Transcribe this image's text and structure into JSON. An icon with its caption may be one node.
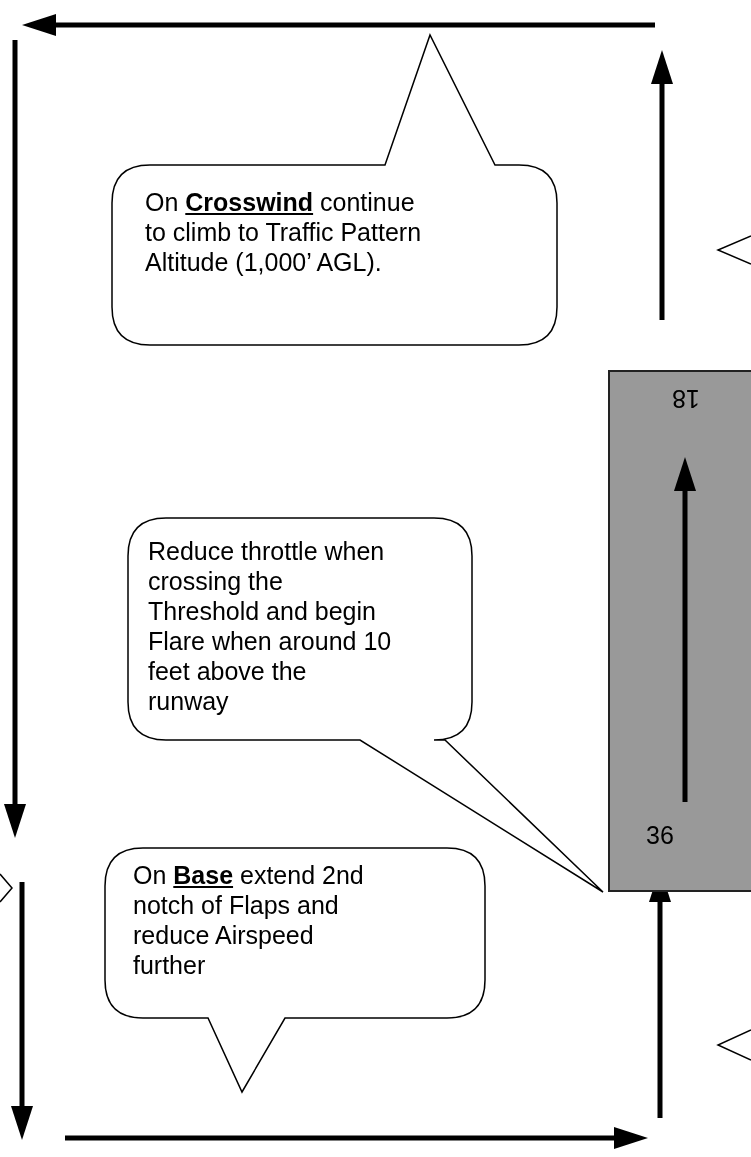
{
  "diagram": {
    "nodes": [
      {
        "text": [
          "On **Crosswind** continue to climb to Traffic Pattern Altitude (1,000’ AGL)."
        ]
      },
      {
        "text": [
          "18",
          "36"
        ]
      },
      {
        "text": [
          "Reduce throttle when crossing the Threshold and begin Flare when around 10 feet above the runway"
        ]
      },
      {
        "text": [
          "On **Base** extend 2nd notch of Flaps and reduce Airspeed further"
        ]
      }
    ]
  }
}
